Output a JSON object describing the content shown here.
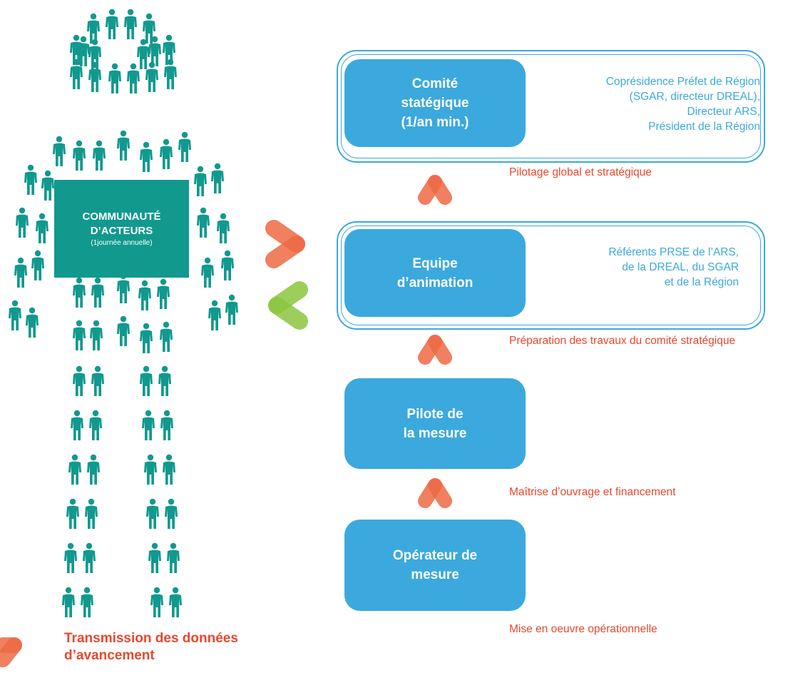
{
  "community": {
    "title": "COMMUNAUTÉ\nD'ACTEURS",
    "title_line1": "COMMUNAUTÉ",
    "title_line2": "D’ACTEURS",
    "subtitle": "(1journée annuelle)",
    "color": "#11998e"
  },
  "levels": [
    {
      "node": "Comité\nstatégique\n(1/an min.)",
      "members": "Coprésidence Préfet de Région\n(SGAR, directeur DREAL),\nDirecteur ARS,\nPrésident de la Région",
      "role": "Pilotage global et stratégique"
    },
    {
      "node": "Equipe\nd’animation",
      "members": "Référents PRSE de l’ARS,\nde la DREAL, du SGAR\net de la Région",
      "role": "Préparation des travaux du comité stratégique"
    },
    {
      "node": "Pilote de\nla mesure",
      "role": "Maîtrise d’ouvrage et financement"
    },
    {
      "node": "Opérateur de\nmesure",
      "role": "Mise en oeuvre opérationnelle"
    }
  ],
  "legend": {
    "label": "Transmission des données\nd’avancement"
  },
  "colors": {
    "node_blue": "#3ba9dd",
    "arrow_orange": "#ee6a45",
    "arrow_green": "#8cc63f",
    "role_red": "#e8472e",
    "figure_teal": "#11998e"
  }
}
